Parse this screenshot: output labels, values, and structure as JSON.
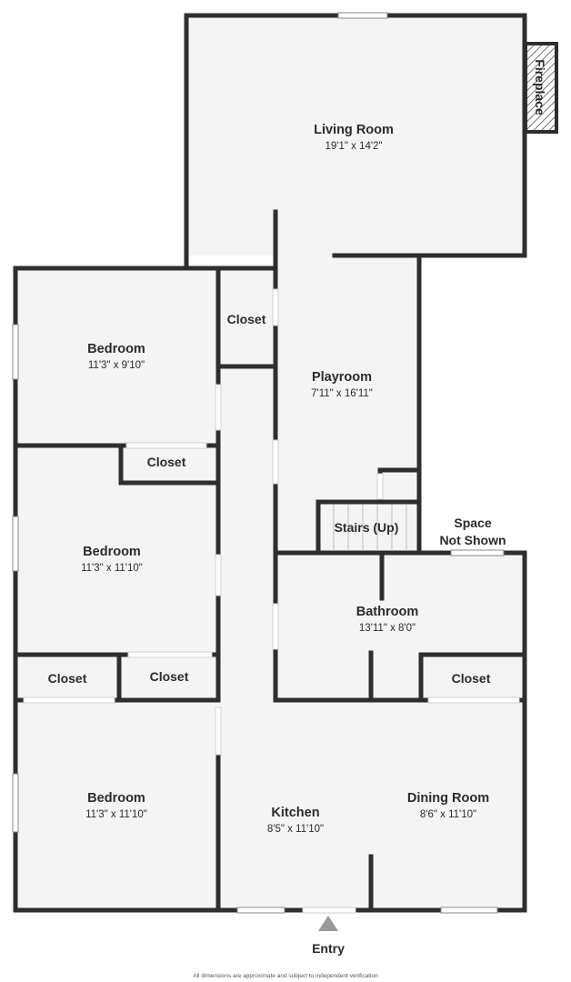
{
  "rooms": {
    "living_room": {
      "name": "Living Room",
      "dim": "19'1\" x 14'2\""
    },
    "fireplace": {
      "name": "Fireplace"
    },
    "bedroom1": {
      "name": "Bedroom",
      "dim": "11'3\" x 9'10\""
    },
    "closet_top": {
      "name": "Closet"
    },
    "playroom": {
      "name": "Playroom",
      "dim": "7'11\" x 16'11\""
    },
    "closet_bed1": {
      "name": "Closet"
    },
    "bedroom2": {
      "name": "Bedroom",
      "dim": "11'3\" x 11'10\""
    },
    "stairs": {
      "name": "Stairs (Up)"
    },
    "space_not_shown": {
      "line1": "Space",
      "line2": "Not Shown"
    },
    "bathroom": {
      "name": "Bathroom",
      "dim": "13'11\" x 8'0\""
    },
    "closet_left": {
      "name": "Closet"
    },
    "closet_mid": {
      "name": "Closet"
    },
    "closet_bath": {
      "name": "Closet"
    },
    "bedroom3": {
      "name": "Bedroom",
      "dim": "11'3\" x 11'10\""
    },
    "kitchen": {
      "name": "Kitchen",
      "dim": "8'5\" x 11'10\""
    },
    "dining_room": {
      "name": "Dining Room",
      "dim": "8'6\" x 11'10\""
    }
  },
  "entry_label": "Entry",
  "disclaimer": "All dimensions are approximate and subject to independent verification",
  "colors": {
    "wall": "#2e2e2e",
    "floor": "#f4f4f4",
    "window": "#ffffff"
  }
}
